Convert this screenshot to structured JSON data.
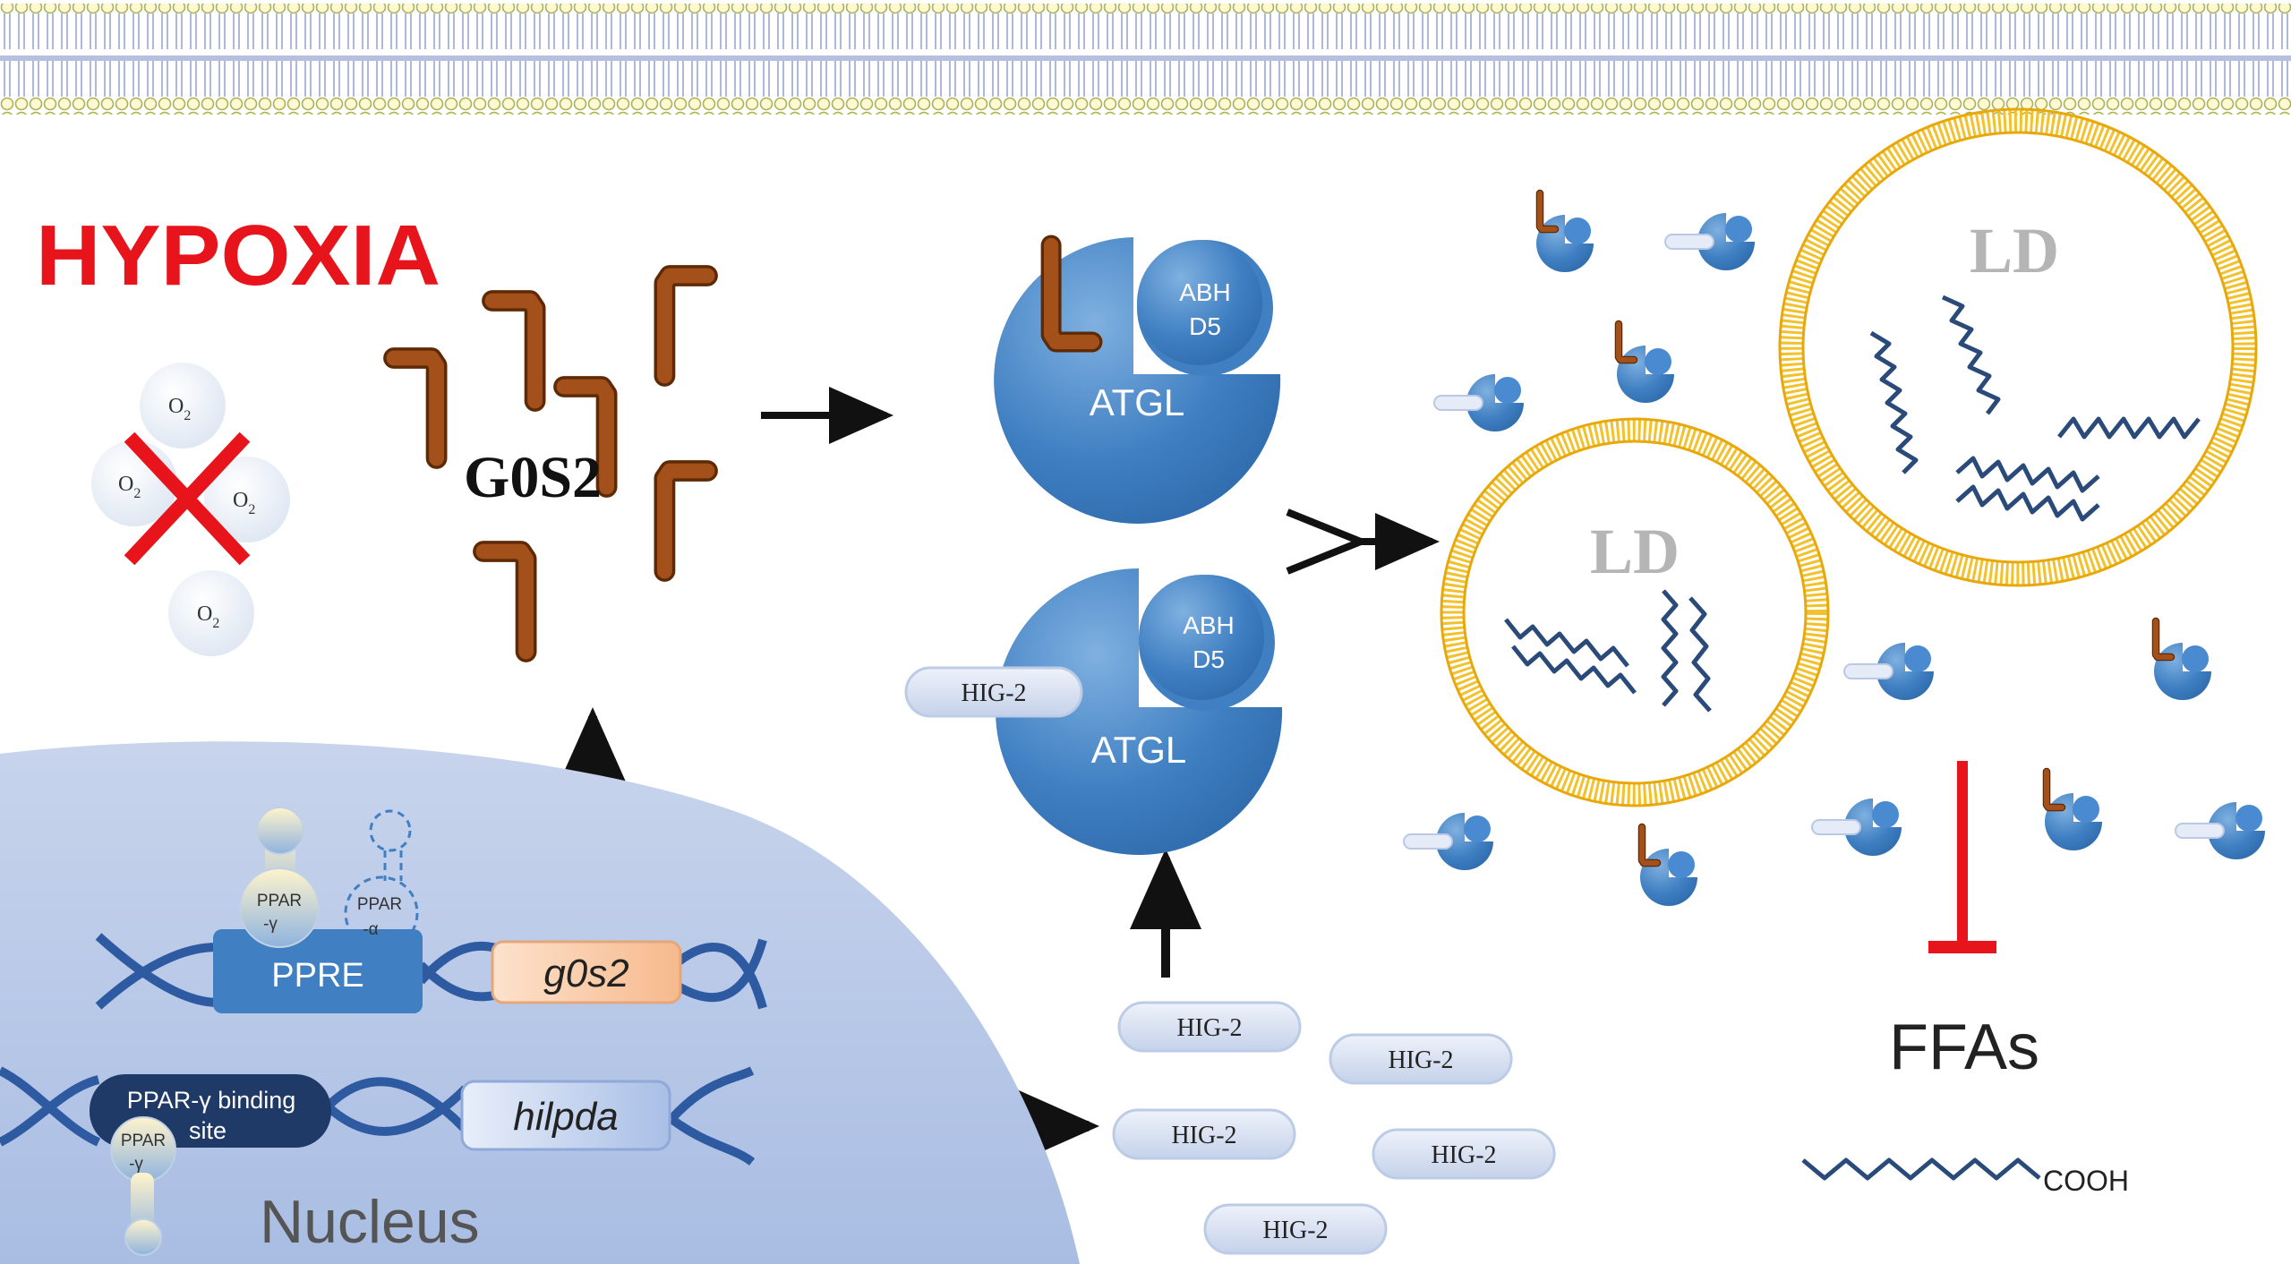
{
  "title": "HYPOXIA",
  "oxygen": {
    "label": "O",
    "subscript": "2"
  },
  "g0s2": {
    "label": "G0S2"
  },
  "complex_top": {
    "abhd5_line1": "ABH",
    "abhd5_line2": "D5",
    "atgl": "ATGL"
  },
  "complex_bottom": {
    "abhd5_line1": "ABH",
    "abhd5_line2": "D5",
    "atgl": "ATGL",
    "hig2": "HIG-2"
  },
  "hig2_free": [
    "HIG-2",
    "HIG-2",
    "HIG-2",
    "HIG-2",
    "HIG-2"
  ],
  "lipid_droplets": [
    "LD",
    "LD"
  ],
  "ffas": {
    "label": "FFAs",
    "cooh": "COOH"
  },
  "nucleus": {
    "label": "Nucleus",
    "ppre": "PPRE",
    "g0s2_gene": "g0s2",
    "hilpda_gene": "hilpda",
    "ppar_gamma_line1": "PPAR",
    "ppar_gamma_line2": "-γ",
    "ppar_alpha_line1": "PPAR",
    "ppar_alpha_line2": "-α",
    "binding_site_line1": "PPAR-γ binding",
    "binding_site_line2": "site",
    "ppar_gamma2_line1": "PPAR",
    "ppar_gamma2_line2": "-γ"
  },
  "colors": {
    "hypoxia_red": "#e8141b",
    "g0s2_brown": "#9a4a12",
    "protein_blue": "#3f7fc2",
    "ld_gold": "#f2c12e",
    "nucleus_blue": "#b9c9e6",
    "inhibit_red": "#e8141b"
  }
}
